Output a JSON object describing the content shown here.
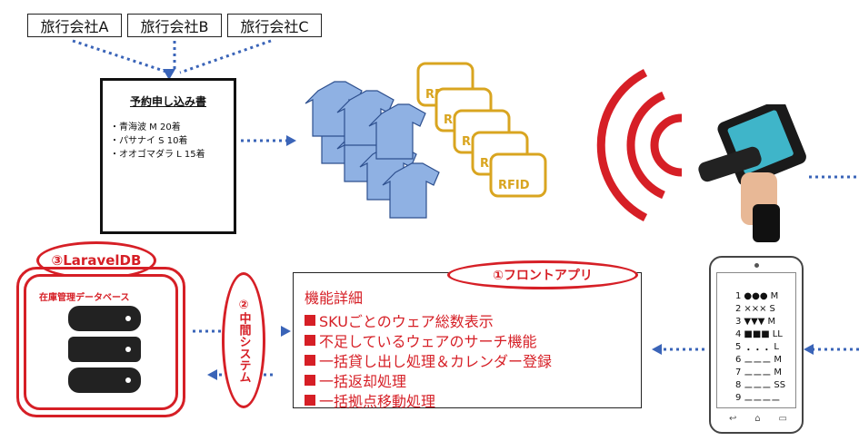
{
  "agencies": [
    "旅行会社A",
    "旅行会社B",
    "旅行会社C"
  ],
  "doc": {
    "title": "予約申し込み書",
    "lines": [
      "・青海波 M 20着",
      "・パサナイ S 10着",
      "・オオゴマダラ L 15着"
    ]
  },
  "rfid_label": "RFID",
  "laravel": {
    "label": "③LaravelDB",
    "inner_label": "在庫管理データベース"
  },
  "middle": {
    "label": "②中間システム"
  },
  "front": {
    "label": "①フロントアプリ",
    "title": "機能詳細",
    "items": [
      "SKUごとのウェア総数表示",
      "不足しているウェアのサーチ機能",
      "一括貸し出し処理＆カレンダー登録",
      "一括返却処理",
      "一括拠点移動処理"
    ]
  },
  "phone_rows": [
    {
      "num": "1",
      "marks": "●●●",
      "size": "M"
    },
    {
      "num": "2",
      "marks": "×××",
      "size": "S"
    },
    {
      "num": "3",
      "marks": "▼▼▼",
      "size": "M"
    },
    {
      "num": "4",
      "marks": "■■■",
      "size": "LL"
    },
    {
      "num": "5",
      "marks": "・・・",
      "size": "L"
    },
    {
      "num": "6",
      "marks": "ーーー",
      "size": "M"
    },
    {
      "num": "7",
      "marks": "ーーー",
      "size": "M"
    },
    {
      "num": "8",
      "marks": "ーーー",
      "size": "SS"
    },
    {
      "num": "9",
      "marks": "ーーーー",
      "size": ""
    }
  ],
  "colors": {
    "red": "#d61f26",
    "blue": "#3a64b8",
    "gold": "#d9a520",
    "shirt": "#8fb1e3"
  }
}
